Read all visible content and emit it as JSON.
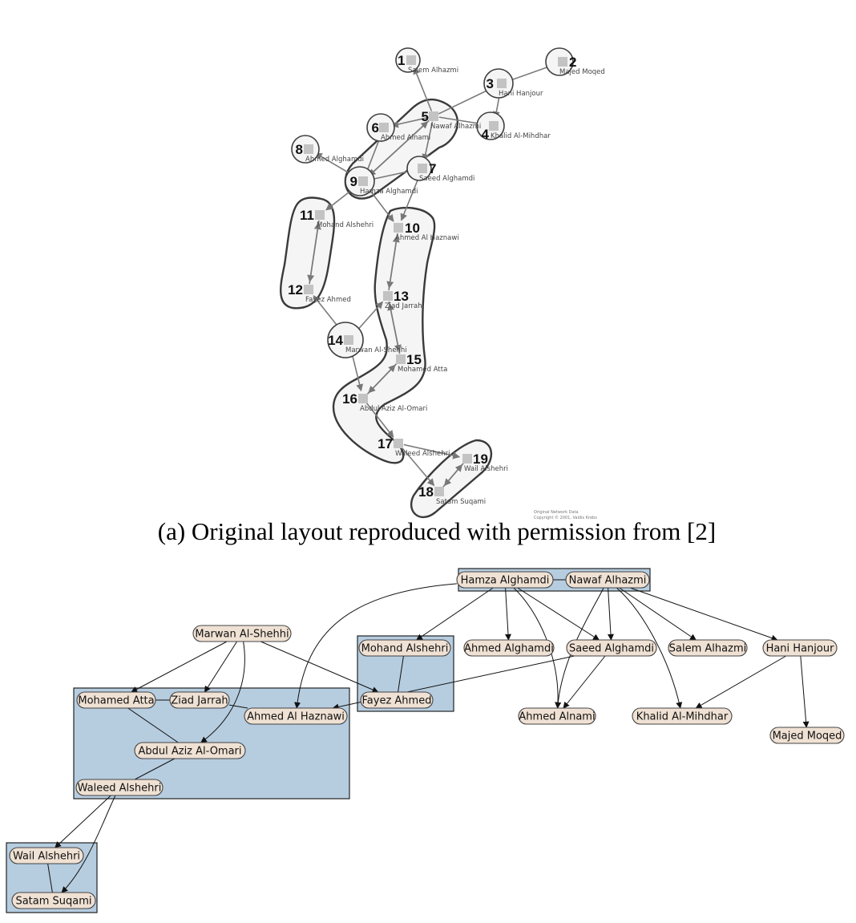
{
  "panel_a": {
    "caption": "(a) Original layout reproduced with permission from [2]",
    "credit_lines": [
      "Original Network Data",
      "Copyright © 2001, Valdis Krebs"
    ],
    "vertices": [
      {
        "id": "1",
        "label": "1",
        "name": "Salem Alhazmi"
      },
      {
        "id": "2",
        "label": "2",
        "name": "Majed Moqed"
      },
      {
        "id": "3",
        "label": "3",
        "name": "Hani Hanjour"
      },
      {
        "id": "4",
        "label": "4",
        "name": "Khalid Al-Mihdhar"
      },
      {
        "id": "5",
        "label": "5",
        "name": "Nawaf Alhazmi"
      },
      {
        "id": "6",
        "label": "6",
        "name": "Ahmed Alnami"
      },
      {
        "id": "7",
        "label": "7",
        "name": "Saeed Alghamdi"
      },
      {
        "id": "8",
        "label": "8",
        "name": "Ahmed Alghamdi"
      },
      {
        "id": "9",
        "label": "9",
        "name": "Hamza Alghamdi"
      },
      {
        "id": "10",
        "label": "10",
        "name": "Ahmed Al Haznawi"
      },
      {
        "id": "11",
        "label": "11",
        "name": "Mohand Alshehri"
      },
      {
        "id": "12",
        "label": "12",
        "name": "Fayez Ahmed"
      },
      {
        "id": "13",
        "label": "13",
        "name": "Ziad Jarrah"
      },
      {
        "id": "14",
        "label": "14",
        "name": "Marwan Al-Shehhi"
      },
      {
        "id": "15",
        "label": "15",
        "name": "Mohamed Atta"
      },
      {
        "id": "16",
        "label": "16",
        "name": "Abdul Aziz Al-Omari"
      },
      {
        "id": "17",
        "label": "17",
        "name": "Waleed Alshehri"
      },
      {
        "id": "18",
        "label": "18",
        "name": "Satam Suqami"
      },
      {
        "id": "19",
        "label": "19",
        "name": "Wail Alshehri"
      }
    ],
    "edges": [
      [
        "5",
        "1"
      ],
      [
        "5",
        "3"
      ],
      [
        "3",
        "2"
      ],
      [
        "3",
        "4"
      ],
      [
        "5",
        "4"
      ],
      [
        "5",
        "6"
      ],
      [
        "5",
        "7"
      ],
      [
        "5",
        "9"
      ],
      [
        "9",
        "6"
      ],
      [
        "9",
        "5"
      ],
      [
        "9",
        "8"
      ],
      [
        "9",
        "7"
      ],
      [
        "9",
        "11"
      ],
      [
        "9",
        "10"
      ],
      [
        "7",
        "10"
      ],
      [
        "11",
        "12"
      ],
      [
        "12",
        "11"
      ],
      [
        "10",
        "13"
      ],
      [
        "13",
        "10"
      ],
      [
        "14",
        "12"
      ],
      [
        "14",
        "13"
      ],
      [
        "14",
        "16"
      ],
      [
        "13",
        "15"
      ],
      [
        "15",
        "13"
      ],
      [
        "16",
        "15"
      ],
      [
        "15",
        "16"
      ],
      [
        "16",
        "17"
      ],
      [
        "17",
        "19"
      ],
      [
        "17",
        "18"
      ],
      [
        "19",
        "18"
      ],
      [
        "18",
        "19"
      ]
    ]
  },
  "panel_b": {
    "groups": [
      {
        "id": "g_top",
        "members": [
          "hamza",
          "nawaf"
        ]
      },
      {
        "id": "g_mohand",
        "members": [
          "mohand",
          "fayez"
        ]
      },
      {
        "id": "g_atta",
        "members": [
          "atta",
          "ziad",
          "haznawi",
          "omari",
          "waleed"
        ]
      },
      {
        "id": "g_wail",
        "members": [
          "wail",
          "satam"
        ]
      }
    ],
    "nodes": [
      {
        "id": "hamza",
        "label": "Hamza Alghamdi"
      },
      {
        "id": "nawaf",
        "label": "Nawaf Alhazmi"
      },
      {
        "id": "marwan",
        "label": "Marwan Al-Shehhi"
      },
      {
        "id": "mohand",
        "label": "Mohand Alshehri"
      },
      {
        "id": "fayez",
        "label": "Fayez Ahmed"
      },
      {
        "id": "ahmed_alghamdi",
        "label": "Ahmed Alghamdi"
      },
      {
        "id": "saeed",
        "label": "Saeed Alghamdi"
      },
      {
        "id": "salem",
        "label": "Salem Alhazmi"
      },
      {
        "id": "hani",
        "label": "Hani Hanjour"
      },
      {
        "id": "atta",
        "label": "Mohamed Atta"
      },
      {
        "id": "ziad",
        "label": "Ziad Jarrah"
      },
      {
        "id": "haznawi",
        "label": "Ahmed Al Haznawi"
      },
      {
        "id": "omari",
        "label": "Abdul Aziz Al-Omari"
      },
      {
        "id": "waleed",
        "label": "Waleed Alshehri"
      },
      {
        "id": "alnami",
        "label": "Ahmed Alnami"
      },
      {
        "id": "khalid",
        "label": "Khalid Al-Mihdhar"
      },
      {
        "id": "majed",
        "label": "Majed Moqed"
      },
      {
        "id": "wail",
        "label": "Wail Alshehri"
      },
      {
        "id": "satam",
        "label": "Satam Suqami"
      }
    ],
    "edges": [
      {
        "from": "hamza",
        "to": "nawaf",
        "directed": false
      },
      {
        "from": "hamza",
        "to": "mohand",
        "directed": true
      },
      {
        "from": "hamza",
        "to": "ahmed_alghamdi",
        "directed": true
      },
      {
        "from": "hamza",
        "to": "saeed",
        "directed": true
      },
      {
        "from": "hamza",
        "to": "alnami",
        "directed": true
      },
      {
        "from": "hamza",
        "to": "haznawi",
        "directed": true
      },
      {
        "from": "nawaf",
        "to": "saeed",
        "directed": true
      },
      {
        "from": "nawaf",
        "to": "salem",
        "directed": true
      },
      {
        "from": "nawaf",
        "to": "hani",
        "directed": true
      },
      {
        "from": "nawaf",
        "to": "alnami",
        "directed": true
      },
      {
        "from": "nawaf",
        "to": "khalid",
        "directed": true
      },
      {
        "from": "saeed",
        "to": "alnami",
        "directed": true
      },
      {
        "from": "saeed",
        "to": "haznawi",
        "directed": true
      },
      {
        "from": "hani",
        "to": "khalid",
        "directed": true
      },
      {
        "from": "hani",
        "to": "majed",
        "directed": true
      },
      {
        "from": "marwan",
        "to": "atta",
        "directed": true
      },
      {
        "from": "marwan",
        "to": "ziad",
        "directed": true
      },
      {
        "from": "marwan",
        "to": "omari",
        "directed": true
      },
      {
        "from": "marwan",
        "to": "fayez",
        "directed": true
      },
      {
        "from": "mohand",
        "to": "fayez",
        "directed": false
      },
      {
        "from": "atta",
        "to": "ziad",
        "directed": false
      },
      {
        "from": "ziad",
        "to": "haznawi",
        "directed": false
      },
      {
        "from": "atta",
        "to": "omari",
        "directed": false
      },
      {
        "from": "omari",
        "to": "waleed",
        "directed": false
      },
      {
        "from": "waleed",
        "to": "wail",
        "directed": true
      },
      {
        "from": "waleed",
        "to": "satam",
        "directed": true
      },
      {
        "from": "wail",
        "to": "satam",
        "directed": false
      }
    ]
  }
}
